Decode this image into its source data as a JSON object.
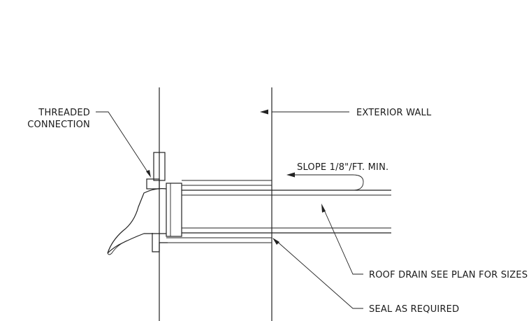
{
  "labels": {
    "threaded_line1": "THREADED",
    "threaded_line2": "CONNECTION",
    "exterior_wall": "EXTERIOR WALL",
    "slope": "SLOPE 1/8\"/FT. MIN.",
    "roof_drain": "ROOF DRAIN SEE PLAN FOR SIZES",
    "seal": "SEAL AS REQUIRED"
  },
  "colors": {
    "line": "#222222",
    "text": "#1a1a1a",
    "background": "#ffffff"
  }
}
